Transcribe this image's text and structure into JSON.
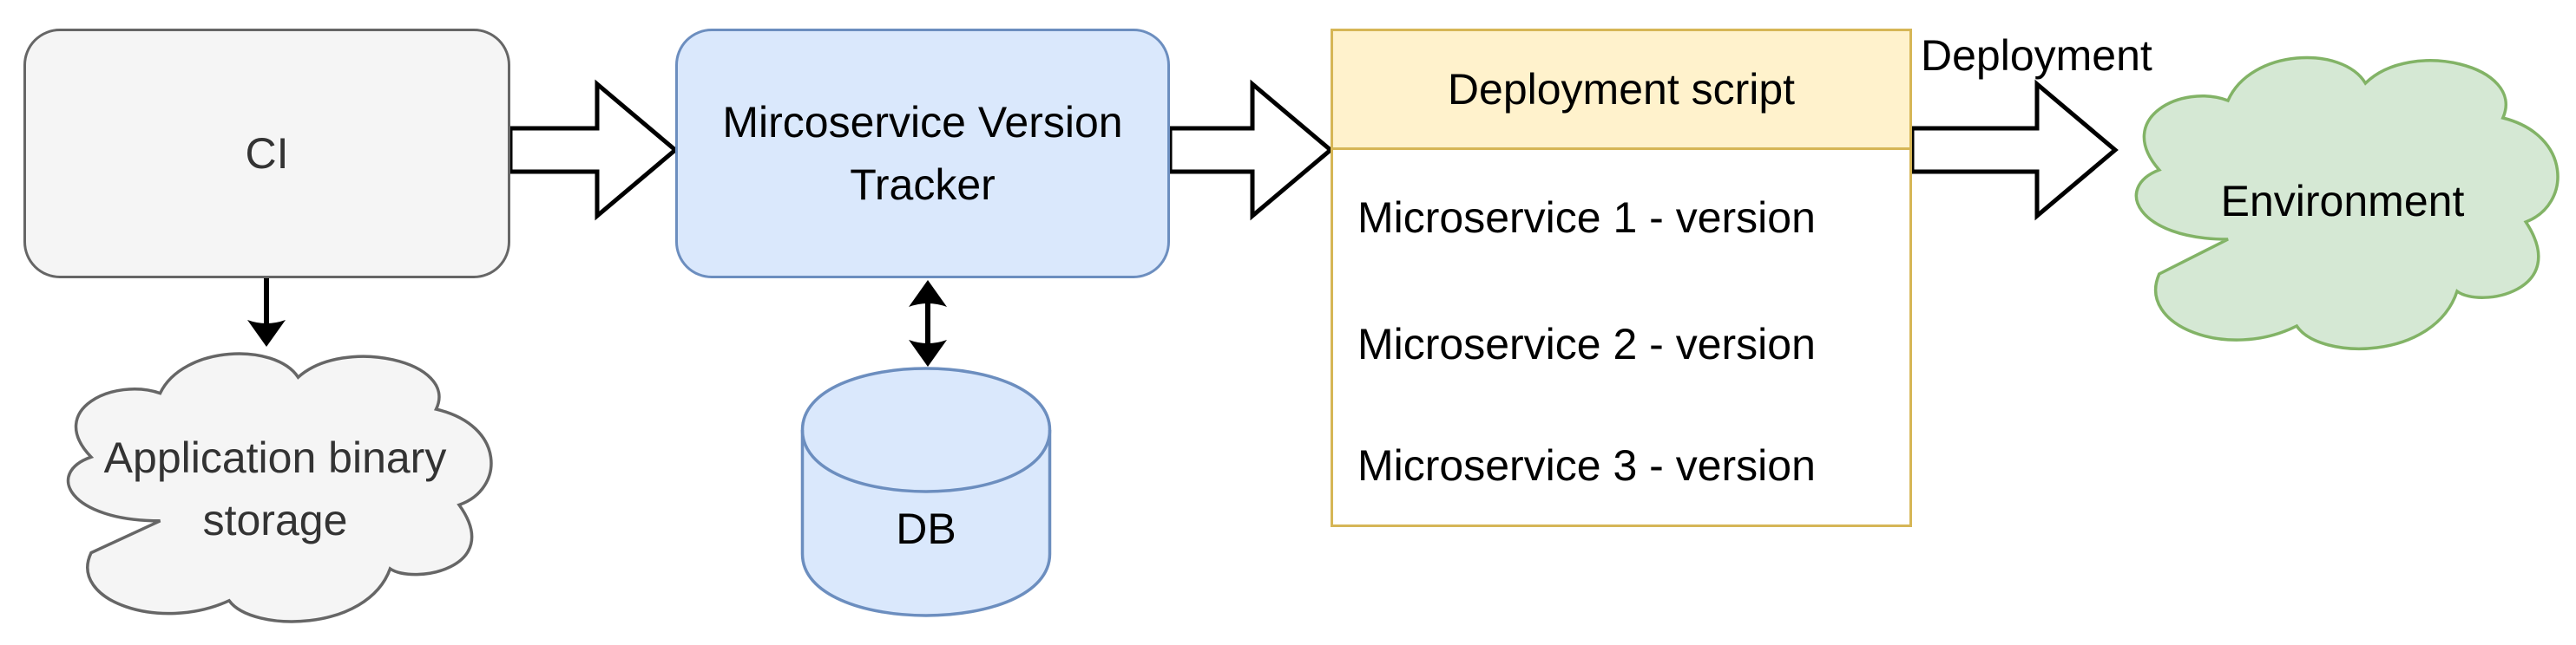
{
  "colors": {
    "gray-fill": "#f5f5f5",
    "gray-stroke": "#666666",
    "gray-text": "#333333",
    "blue-fill": "#dae8fc",
    "blue-stroke": "#6c8ebf",
    "yellow-fill": "#fff2cc",
    "yellow-stroke": "#d6b656",
    "green-fill": "#d5e8d4",
    "green-stroke": "#82b366",
    "arrow-color": "#000000",
    "bg": "#ffffff"
  },
  "nodes": {
    "ci": {
      "label": "CI"
    },
    "binary_storage": {
      "label": "Application binary storage"
    },
    "tracker": {
      "label": "Mircoservice Version Tracker"
    },
    "db": {
      "label": "DB"
    },
    "deployment_script": {
      "title": "Deployment script",
      "rows": [
        "Microservice 1 - version",
        "Microservice 2 - version",
        "Microservice 3 - version"
      ]
    },
    "environment": {
      "label": "Environment"
    }
  },
  "edges": {
    "deployment_label": "Deployment"
  }
}
